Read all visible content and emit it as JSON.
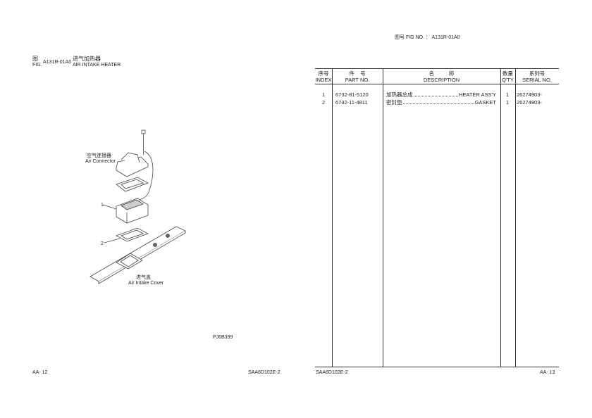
{
  "left_page": {
    "fig_label_cn": "图",
    "fig_label_en": "FIG.",
    "fig_no": "A131R-01A0",
    "title_cn": "进气加热器",
    "title_en": "AIR INTAKE HEATER",
    "callouts": {
      "air_connector_cn": "空气连接器",
      "air_connector_en": "Air Connector",
      "cover_cn": "进气盖",
      "cover_en": "Air Intake Cover",
      "item1": "1",
      "item2": "2"
    },
    "drawing_code": "PJ6B399",
    "page_no": "AA- 12",
    "model": "SAA6D102E-2"
  },
  "right_page": {
    "fig_no_line": "图号 FIG NO. ： A131R-01A0",
    "headers": [
      {
        "cn": "序号",
        "en": "INDEX"
      },
      {
        "cn": "件    号",
        "en": "PART NO."
      },
      {
        "cn": "名          称",
        "en": "DESCRIPTION"
      },
      {
        "cn": "数量",
        "en": "Q'TY"
      },
      {
        "cn": "系列号",
        "en": "SERIAL NO."
      }
    ],
    "rows": [
      {
        "index": "1",
        "part_no": "6732-81-5120",
        "desc_cn": "加热器总成",
        "desc_en": "HEATER ASS'Y",
        "qty": "1",
        "serial": "26274903-"
      },
      {
        "index": "2",
        "part_no": "6732-11-4811",
        "desc_cn": "密封垫",
        "desc_en": "GASKET",
        "qty": "1",
        "serial": "26274903-"
      }
    ],
    "model": "SAA6D102E-2",
    "page_no": "AA- 13"
  }
}
